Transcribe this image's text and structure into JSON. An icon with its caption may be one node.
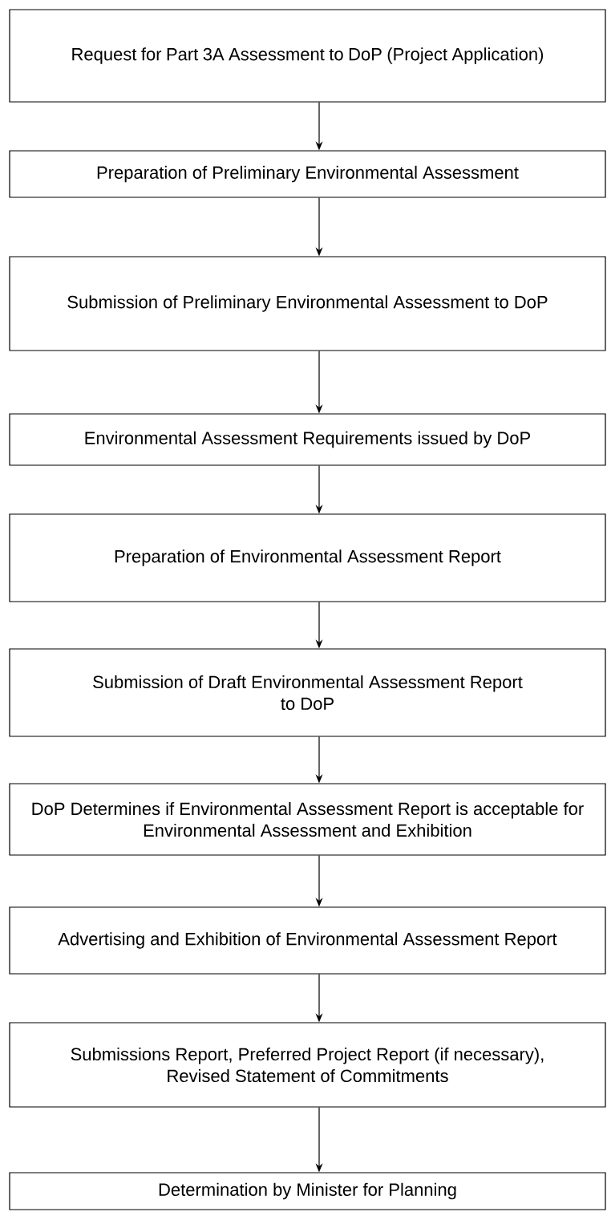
{
  "diagram": {
    "nodes": [
      {
        "text": [
          "Request for Part 3A Assessment to DoP (Project Application)"
        ]
      },
      {
        "text": [
          "Preparation of Preliminary Environmental Assessment"
        ]
      },
      {
        "text": [
          "Submission of Preliminary Environmental Assessment to DoP"
        ]
      },
      {
        "text": [
          "Environmental Assessment Requirements issued by DoP"
        ]
      },
      {
        "text": [
          "Preparation of Environmental Assessment Report"
        ]
      },
      {
        "text": [
          "Submission of Draft Environmental Assessment Report to DoP"
        ]
      },
      {
        "text": [
          "DoP Determines if Environmental Assessment Report is acceptable for Environmental Assessment and Exhibition"
        ]
      },
      {
        "text": [
          "Advertising and Exhibition of Environmental Assessment Report"
        ]
      },
      {
        "text": [
          "Submissions Report, Preferred Project Report (if necessary), Revised Statement of Commitments"
        ]
      },
      {
        "text": [
          "Determination by Minister for Planning"
        ]
      }
    ],
    "edges": [
      {
        "from": 0,
        "to": 1,
        "arrow": "to"
      },
      {
        "from": 1,
        "to": 2,
        "arrow": "to"
      },
      {
        "from": 2,
        "to": 3,
        "arrow": "to"
      },
      {
        "from": 3,
        "to": 4,
        "arrow": "to"
      },
      {
        "from": 4,
        "to": 5,
        "arrow": "to"
      },
      {
        "from": 5,
        "to": 6,
        "arrow": "to"
      },
      {
        "from": 6,
        "to": 7,
        "arrow": "to"
      },
      {
        "from": 7,
        "to": 8,
        "arrow": "to"
      },
      {
        "from": 8,
        "to": 9,
        "arrow": "to"
      }
    ]
  }
}
